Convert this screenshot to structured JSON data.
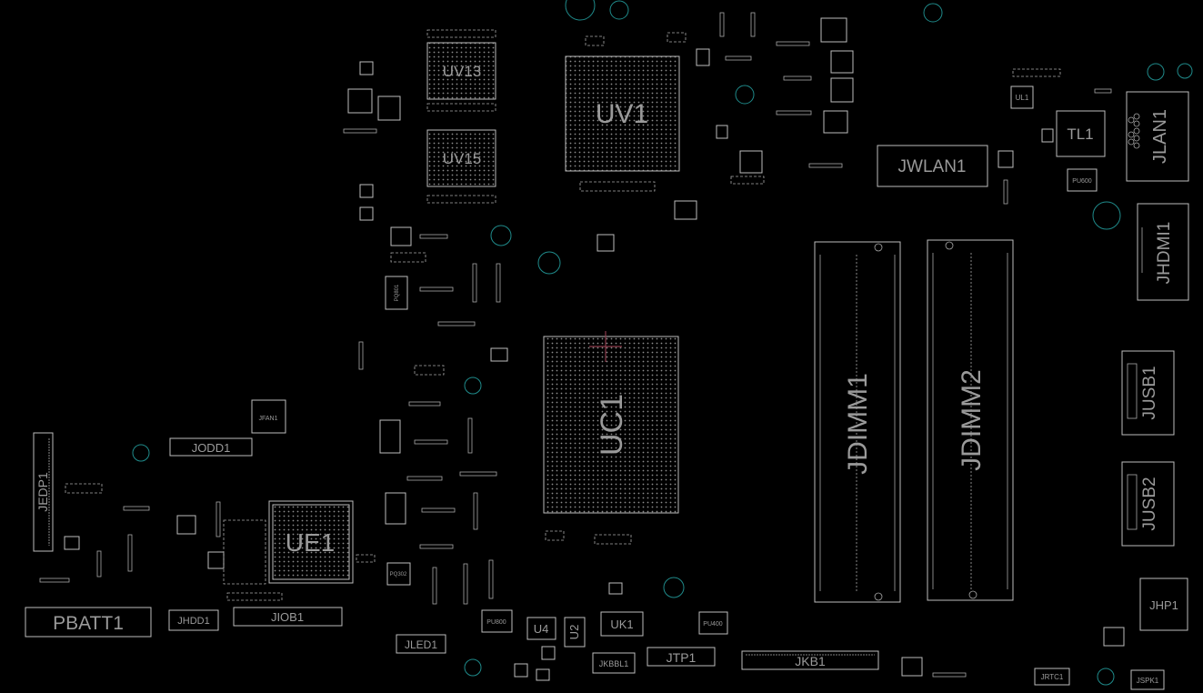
{
  "board": {
    "background": "#000000",
    "outline_color": "#bdbdbd",
    "text_color": "#9a9a9a",
    "hole_color": "#1f8a8a"
  },
  "labels": {
    "uv13": "UV13",
    "uv15": "UV15",
    "uv1": "UV1",
    "jwlan1": "JWLAN1",
    "tl1": "TL1",
    "jlan1": "JLAN1",
    "jhdmi1": "JHDMI1",
    "jdimm1": "JDIMM1",
    "jdimm2": "JDIMM2",
    "jusb1": "JUSB1",
    "jusb2": "JUSB2",
    "jhp1": "JHP1",
    "jspk1": "JSPK1",
    "jrtc1": "JRTC1",
    "jkb1": "JKB1",
    "jtp1": "JTP1",
    "jkbbl1": "JKBBL1",
    "uk1": "UK1",
    "u2": "U2",
    "u4": "U4",
    "jled1": "JLED1",
    "ue1": "UE1",
    "jiob1": "JIOB1",
    "jhdd1": "JHDD1",
    "pbatt1": "PBATT1",
    "jedp1": "JEDP1",
    "jodd1": "JODD1",
    "jfan1": "JFAN1",
    "uc1": "UC1",
    "pu800": "PU800",
    "pu400": "PU400",
    "pu600": "PU600",
    "ul1": "UL1",
    "pq302": "PQ302",
    "pq801": "PQ801"
  }
}
